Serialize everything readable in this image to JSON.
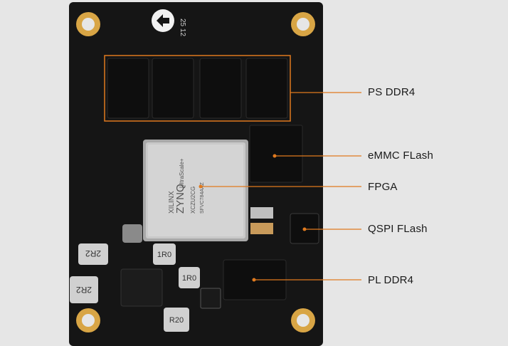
{
  "board": {
    "pcb_color": "#151515",
    "pad_color": "#d8a545",
    "chip_color": "#0e0e0e",
    "fpga_color": "#c9c9c9",
    "marking_top": "25 12"
  },
  "fpga_marking": {
    "line1": "XILINX",
    "line2": "ZYNQ",
    "line3": "UltraScale+",
    "line4": "XCZU2CG",
    "line5": "SFVC784AAZ"
  },
  "inductor_markings": [
    "2R2",
    "2R2",
    "1R0",
    "1R0",
    "R20"
  ],
  "callouts": [
    {
      "id": "ps-ddr4",
      "label": "PS DDR4",
      "color": "#e07a1f"
    },
    {
      "id": "emmc-flash",
      "label": "eMMC FLash",
      "color": "#e07a1f"
    },
    {
      "id": "fpga",
      "label": "FPGA",
      "color": "#e07a1f"
    },
    {
      "id": "qspi-flash",
      "label": "QSPI FLash",
      "color": "#e07a1f"
    },
    {
      "id": "pl-ddr4",
      "label": "PL DDR4",
      "color": "#e07a1f"
    }
  ]
}
